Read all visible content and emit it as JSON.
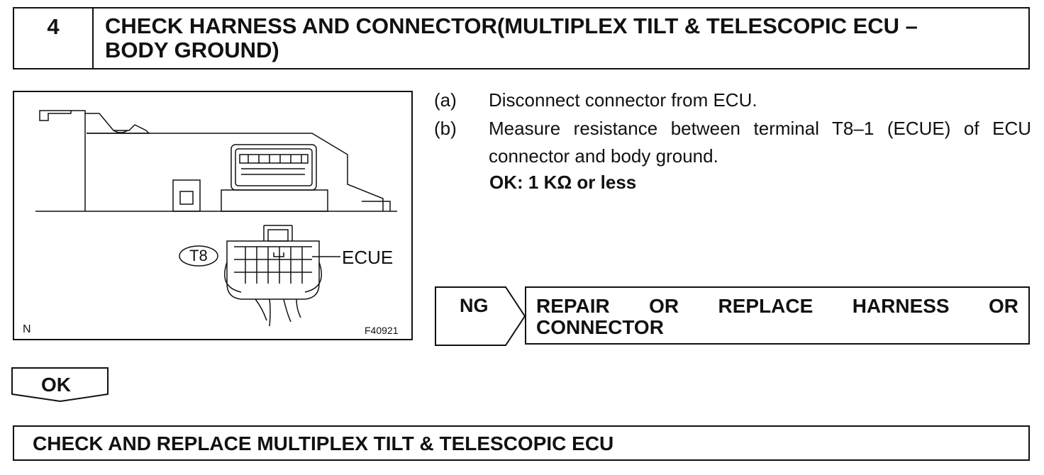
{
  "step": {
    "number": "4",
    "title_line1": "CHECK HARNESS AND CONNECTOR(MULTIPLEX TILT & TELESCOPIC ECU –",
    "title_line2": "BODY GROUND)"
  },
  "figure": {
    "connector_label": "T8",
    "terminal_label": "ECUE",
    "corner_left": "N",
    "figure_code": "F40921"
  },
  "instructions": [
    {
      "label": "(a)",
      "text": "Disconnect connector from ECU."
    },
    {
      "label": "(b)",
      "text": "Measure resistance between terminal T8–1 (ECUE) of ECU connector and body ground."
    }
  ],
  "ok_spec": "OK: 1 KΩ or less",
  "ng": {
    "label": "NG",
    "result_words": [
      "REPAIR",
      "OR",
      "REPLACE",
      "HARNESS",
      "OR"
    ],
    "result_line2": "CONNECTOR"
  },
  "ok": {
    "label": "OK"
  },
  "final_step": "CHECK AND REPLACE MULTIPLEX TILT & TELESCOPIC ECU"
}
